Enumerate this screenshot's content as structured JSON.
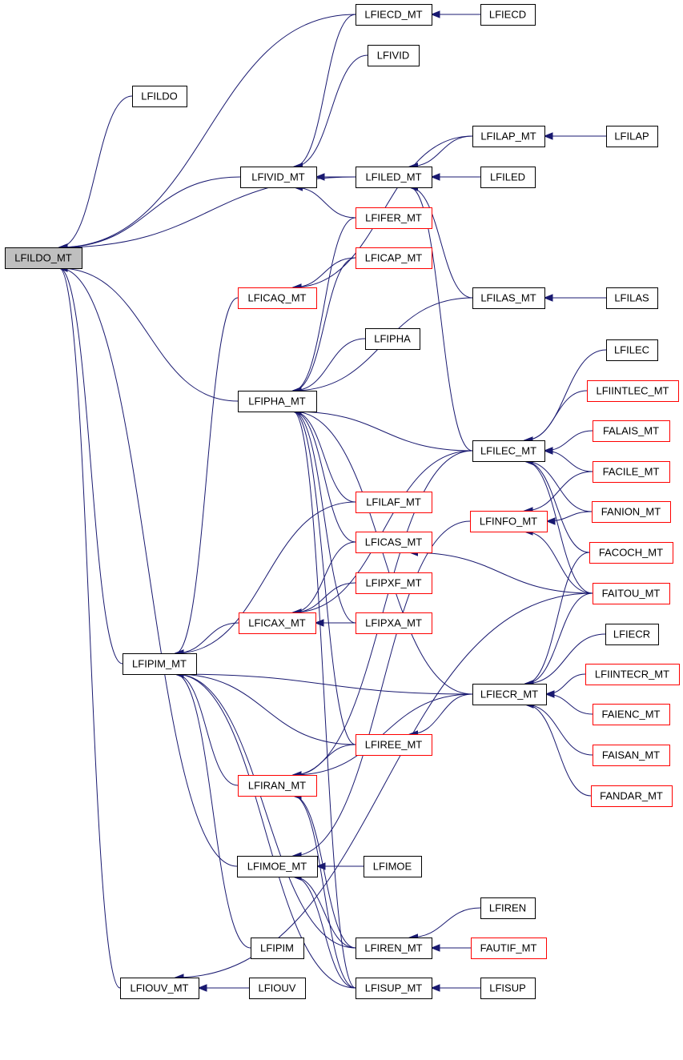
{
  "graph": {
    "nodes": [
      {
        "id": "LFILDO_MT",
        "label": "LFILDO_MT",
        "style": "root"
      },
      {
        "id": "LFILDO",
        "label": "LFILDO",
        "style": "black"
      },
      {
        "id": "LFIECD_MT",
        "label": "LFIECD_MT",
        "style": "black"
      },
      {
        "id": "LFIECD",
        "label": "LFIECD",
        "style": "black"
      },
      {
        "id": "LFIVID",
        "label": "LFIVID",
        "style": "black"
      },
      {
        "id": "LFIVID_MT",
        "label": "LFIVID_MT",
        "style": "black"
      },
      {
        "id": "LFILAP_MT",
        "label": "LFILAP_MT",
        "style": "black"
      },
      {
        "id": "LFILAP",
        "label": "LFILAP",
        "style": "black"
      },
      {
        "id": "LFILED_MT",
        "label": "LFILED_MT",
        "style": "black"
      },
      {
        "id": "LFILED",
        "label": "LFILED",
        "style": "black"
      },
      {
        "id": "LFIFER_MT",
        "label": "LFIFER_MT",
        "style": "red"
      },
      {
        "id": "LFICAP_MT",
        "label": "LFICAP_MT",
        "style": "red"
      },
      {
        "id": "LFICAQ_MT",
        "label": "LFICAQ_MT",
        "style": "red"
      },
      {
        "id": "LFILAS_MT",
        "label": "LFILAS_MT",
        "style": "black"
      },
      {
        "id": "LFILAS",
        "label": "LFILAS",
        "style": "black"
      },
      {
        "id": "LFIPHA",
        "label": "LFIPHA",
        "style": "black"
      },
      {
        "id": "LFILEC",
        "label": "LFILEC",
        "style": "black"
      },
      {
        "id": "LFIPHA_MT",
        "label": "LFIPHA_MT",
        "style": "black"
      },
      {
        "id": "LFIINTLEC_MT",
        "label": "LFIINTLEC_MT",
        "style": "red"
      },
      {
        "id": "FALAIS_MT",
        "label": "FALAIS_MT",
        "style": "red"
      },
      {
        "id": "LFILEC_MT",
        "label": "LFILEC_MT",
        "style": "black"
      },
      {
        "id": "FACILE_MT",
        "label": "FACILE_MT",
        "style": "red"
      },
      {
        "id": "LFILAF_MT",
        "label": "LFILAF_MT",
        "style": "red"
      },
      {
        "id": "FANION_MT",
        "label": "FANION_MT",
        "style": "red"
      },
      {
        "id": "LFINFO_MT",
        "label": "LFINFO_MT",
        "style": "red"
      },
      {
        "id": "LFICAS_MT",
        "label": "LFICAS_MT",
        "style": "red"
      },
      {
        "id": "FACOCH_MT",
        "label": "FACOCH_MT",
        "style": "red"
      },
      {
        "id": "LFIPXF_MT",
        "label": "LFIPXF_MT",
        "style": "red"
      },
      {
        "id": "FAITOU_MT",
        "label": "FAITOU_MT",
        "style": "red"
      },
      {
        "id": "LFICAX_MT",
        "label": "LFICAX_MT",
        "style": "red"
      },
      {
        "id": "LFIPXA_MT",
        "label": "LFIPXA_MT",
        "style": "red"
      },
      {
        "id": "LFIECR",
        "label": "LFIECR",
        "style": "black"
      },
      {
        "id": "LFIPIM_MT",
        "label": "LFIPIM_MT",
        "style": "black"
      },
      {
        "id": "LFIINTECR_MT",
        "label": "LFIINTECR_MT",
        "style": "red"
      },
      {
        "id": "LFIECR_MT",
        "label": "LFIECR_MT",
        "style": "black"
      },
      {
        "id": "FAIENC_MT",
        "label": "FAIENC_MT",
        "style": "red"
      },
      {
        "id": "LFIREE_MT",
        "label": "LFIREE_MT",
        "style": "red"
      },
      {
        "id": "FAISAN_MT",
        "label": "FAISAN_MT",
        "style": "red"
      },
      {
        "id": "LFIRAN_MT",
        "label": "LFIRAN_MT",
        "style": "red"
      },
      {
        "id": "FANDAR_MT",
        "label": "FANDAR_MT",
        "style": "red"
      },
      {
        "id": "LFIMOE_MT",
        "label": "LFIMOE_MT",
        "style": "black"
      },
      {
        "id": "LFIMOE",
        "label": "LFIMOE",
        "style": "black"
      },
      {
        "id": "LFIREN",
        "label": "LFIREN",
        "style": "black"
      },
      {
        "id": "LFIPIM",
        "label": "LFIPIM",
        "style": "black"
      },
      {
        "id": "LFIREN_MT",
        "label": "LFIREN_MT",
        "style": "black"
      },
      {
        "id": "FAUTIF_MT",
        "label": "FAUTIF_MT",
        "style": "red"
      },
      {
        "id": "LFIOUV_MT",
        "label": "LFIOUV_MT",
        "style": "black"
      },
      {
        "id": "LFIOUV",
        "label": "LFIOUV",
        "style": "black"
      },
      {
        "id": "LFISUP_MT",
        "label": "LFISUP_MT",
        "style": "black"
      },
      {
        "id": "LFISUP",
        "label": "LFISUP",
        "style": "black"
      }
    ],
    "edges": [
      {
        "from": "LFILDO",
        "to": "LFILDO_MT"
      },
      {
        "from": "LFIECD_MT",
        "to": "LFILDO_MT"
      },
      {
        "from": "LFIVID_MT",
        "to": "LFILDO_MT"
      },
      {
        "from": "LFILED_MT",
        "to": "LFILDO_MT"
      },
      {
        "from": "LFIPHA_MT",
        "to": "LFILDO_MT"
      },
      {
        "from": "LFIPIM_MT",
        "to": "LFILDO_MT"
      },
      {
        "from": "LFIMOE_MT",
        "to": "LFILDO_MT"
      },
      {
        "from": "LFIOUV_MT",
        "to": "LFILDO_MT"
      },
      {
        "from": "LFIECD",
        "to": "LFIECD_MT"
      },
      {
        "from": "LFIVID",
        "to": "LFIVID_MT"
      },
      {
        "from": "LFIECD_MT",
        "to": "LFIVID_MT"
      },
      {
        "from": "LFILED_MT",
        "to": "LFIVID_MT"
      },
      {
        "from": "LFIFER_MT",
        "to": "LFIVID_MT"
      },
      {
        "from": "LFILAP",
        "to": "LFILAP_MT"
      },
      {
        "from": "LFILED",
        "to": "LFILED_MT"
      },
      {
        "from": "LFILAP_MT",
        "to": "LFILED_MT"
      },
      {
        "from": "LFILEC_MT",
        "to": "LFILED_MT"
      },
      {
        "from": "LFILAS_MT",
        "to": "LFILED_MT"
      },
      {
        "from": "LFILAS",
        "to": "LFILAS_MT"
      },
      {
        "from": "LFICAP_MT",
        "to": "LFICAQ_MT"
      },
      {
        "from": "LFILAP_MT",
        "to": "LFICAQ_MT"
      },
      {
        "from": "LFIPHA",
        "to": "LFIPHA_MT"
      },
      {
        "from": "LFIFER_MT",
        "to": "LFIPHA_MT"
      },
      {
        "from": "LFICAP_MT",
        "to": "LFIPHA_MT"
      },
      {
        "from": "LFILAS_MT",
        "to": "LFIPHA_MT"
      },
      {
        "from": "LFILEC_MT",
        "to": "LFIPHA_MT"
      },
      {
        "from": "LFILAF_MT",
        "to": "LFIPHA_MT"
      },
      {
        "from": "LFICAS_MT",
        "to": "LFIPHA_MT"
      },
      {
        "from": "LFIPXA_MT",
        "to": "LFIPHA_MT"
      },
      {
        "from": "LFIREE_MT",
        "to": "LFIPHA_MT"
      },
      {
        "from": "LFISUP_MT",
        "to": "LFIPHA_MT"
      },
      {
        "from": "LFIECR_MT",
        "to": "LFIPHA_MT"
      },
      {
        "from": "LFILEC",
        "to": "LFILEC_MT"
      },
      {
        "from": "LFIINTLEC_MT",
        "to": "LFILEC_MT"
      },
      {
        "from": "FALAIS_MT",
        "to": "LFILEC_MT"
      },
      {
        "from": "FACILE_MT",
        "to": "LFILEC_MT"
      },
      {
        "from": "FANION_MT",
        "to": "LFILEC_MT"
      },
      {
        "from": "FACOCH_MT",
        "to": "LFILEC_MT"
      },
      {
        "from": "FAITOU_MT",
        "to": "LFILEC_MT"
      },
      {
        "from": "FACILE_MT",
        "to": "LFINFO_MT"
      },
      {
        "from": "FANION_MT",
        "to": "LFINFO_MT"
      },
      {
        "from": "FAITOU_MT",
        "to": "LFINFO_MT"
      },
      {
        "from": "FAITOU_MT",
        "to": "LFICAS_MT"
      },
      {
        "from": "LFIPXF_MT",
        "to": "LFICAX_MT"
      },
      {
        "from": "LFIPXA_MT",
        "to": "LFICAX_MT"
      },
      {
        "from": "LFICAS_MT",
        "to": "LFICAX_MT"
      },
      {
        "from": "LFILEC_MT",
        "to": "LFICAX_MT"
      },
      {
        "from": "LFICAX_MT",
        "to": "LFIPIM_MT"
      },
      {
        "from": "LFICAQ_MT",
        "to": "LFIPIM_MT"
      },
      {
        "from": "LFILAF_MT",
        "to": "LFIPIM_MT"
      },
      {
        "from": "LFIECR_MT",
        "to": "LFIPIM_MT"
      },
      {
        "from": "LFIREE_MT",
        "to": "LFIPIM_MT"
      },
      {
        "from": "LFIRAN_MT",
        "to": "LFIPIM_MT"
      },
      {
        "from": "LFIPIM",
        "to": "LFIPIM_MT"
      },
      {
        "from": "LFIREN_MT",
        "to": "LFIPIM_MT"
      },
      {
        "from": "LFISUP_MT",
        "to": "LFIPIM_MT"
      },
      {
        "from": "LFIECR",
        "to": "LFIECR_MT"
      },
      {
        "from": "LFIINTECR_MT",
        "to": "LFIECR_MT"
      },
      {
        "from": "FAIENC_MT",
        "to": "LFIECR_MT"
      },
      {
        "from": "FAISAN_MT",
        "to": "LFIECR_MT"
      },
      {
        "from": "FANDAR_MT",
        "to": "LFIECR_MT"
      },
      {
        "from": "FACOCH_MT",
        "to": "LFIECR_MT"
      },
      {
        "from": "FAITOU_MT",
        "to": "LFIECR_MT"
      },
      {
        "from": "LFIECR_MT",
        "to": "LFIREE_MT"
      },
      {
        "from": "LFIREE_MT",
        "to": "LFIRAN_MT"
      },
      {
        "from": "LFIECR_MT",
        "to": "LFIRAN_MT"
      },
      {
        "from": "LFILEC_MT",
        "to": "LFIRAN_MT"
      },
      {
        "from": "LFIREN_MT",
        "to": "LFIRAN_MT"
      },
      {
        "from": "LFISUP_MT",
        "to": "LFIRAN_MT"
      },
      {
        "from": "LFIMOE",
        "to": "LFIMOE_MT"
      },
      {
        "from": "LFIREN_MT",
        "to": "LFIMOE_MT"
      },
      {
        "from": "LFISUP_MT",
        "to": "LFIMOE_MT"
      },
      {
        "from": "LFINFO_MT",
        "to": "LFIMOE_MT"
      },
      {
        "from": "LFIREN",
        "to": "LFIREN_MT"
      },
      {
        "from": "FAUTIF_MT",
        "to": "LFIREN_MT"
      },
      {
        "from": "LFIOUV",
        "to": "LFIOUV_MT"
      },
      {
        "from": "FAITOU_MT",
        "to": "LFIOUV_MT"
      },
      {
        "from": "LFISUP",
        "to": "LFISUP_MT"
      }
    ]
  },
  "colors": {
    "edge": "#191970",
    "root_fill": "#bfbfbf",
    "black_border": "#000000",
    "red_border": "#ff0000"
  }
}
